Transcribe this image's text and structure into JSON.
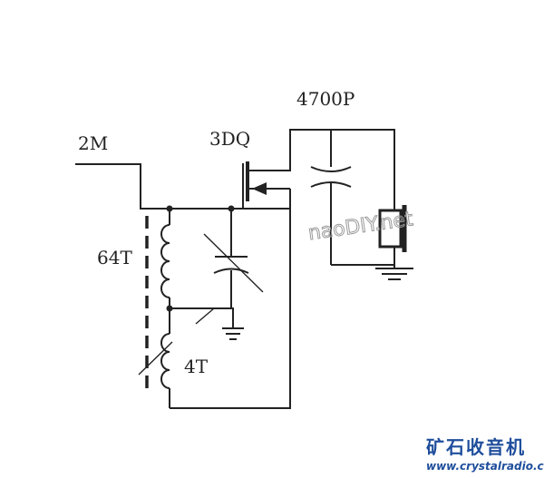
{
  "labels": {
    "antenna": "2M",
    "transistor": "3DQ",
    "capacitor": "4700P",
    "coil_primary": "64T",
    "coil_secondary": "4T"
  },
  "watermark": "naoDIY.net",
  "brand": {
    "name_cn": "矿石收音机",
    "url": "www.crystalradio.cn"
  },
  "colors": {
    "wire": "#222222",
    "brand": "#1f4e9c",
    "watermark": "#9a9a9a"
  }
}
